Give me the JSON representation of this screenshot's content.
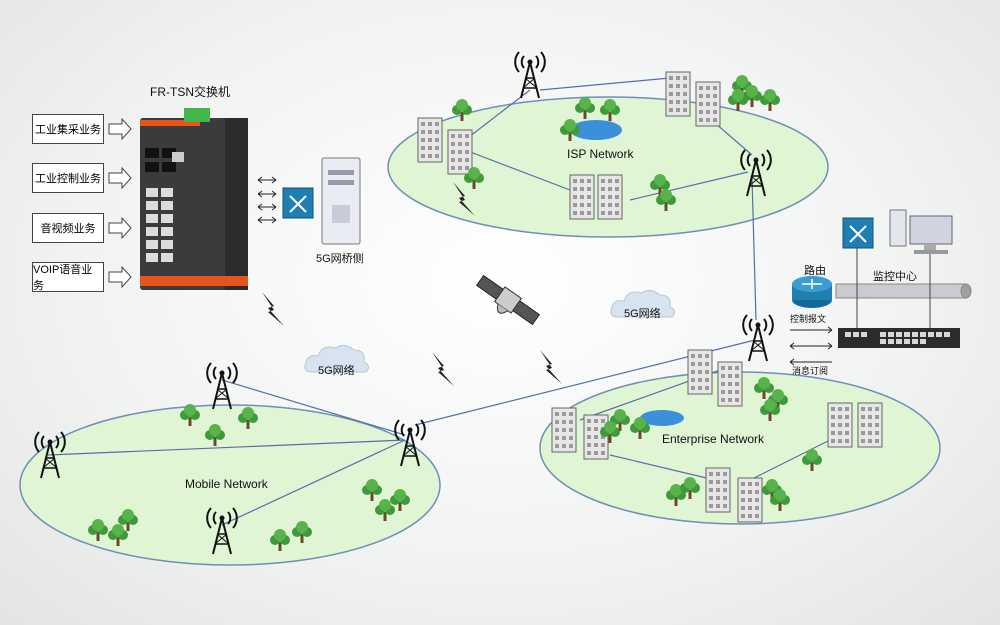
{
  "switch_title": "FR-TSN交换机",
  "services": [
    "工业集采业务",
    "工业控制业务",
    "音视频业务",
    "VOIP语音业务"
  ],
  "bridge_label": "5G网桥侧",
  "clouds": [
    "5G网络",
    "5G网络"
  ],
  "networks": {
    "isp": "ISP Network",
    "mobile": "Mobile Network",
    "enterprise": "Enterprise Network"
  },
  "router_label": "路由",
  "monitor_label": "监控中心",
  "control_msg": "控制报文",
  "subscribe_msg": "消息订阅",
  "colors": {
    "network_fill": "#dff5d3",
    "network_stroke": "#6f8fb8",
    "switch_body": "#3a3b3d",
    "accent_orange": "#e8551c",
    "accent_green": "#43b649",
    "device_blue": "#1f7fb2",
    "link_line": "#5570a8"
  }
}
